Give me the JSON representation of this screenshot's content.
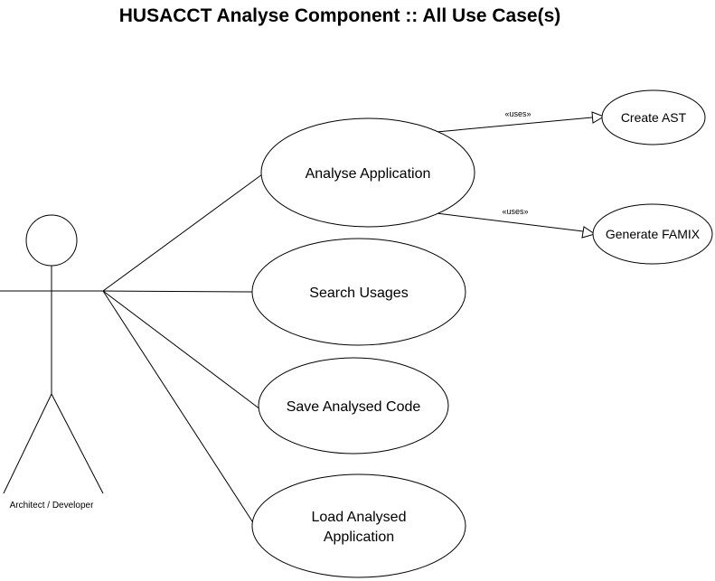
{
  "title": "HUSACCT Analyse Component :: All Use Case(s)",
  "actor": {
    "label": "Architect / Developer"
  },
  "use_cases": {
    "analyse_application": "Analyse Application",
    "search_usages": "Search Usages",
    "save_analysed_code": "Save Analysed Code",
    "load_analysed_application_line1": "Load Analysed",
    "load_analysed_application_line2": "Application",
    "create_ast": "Create AST",
    "generate_famix": "Generate FAMIX"
  },
  "relations": {
    "uses_create_ast": "«uses»",
    "uses_generate_famix": "«uses»"
  }
}
